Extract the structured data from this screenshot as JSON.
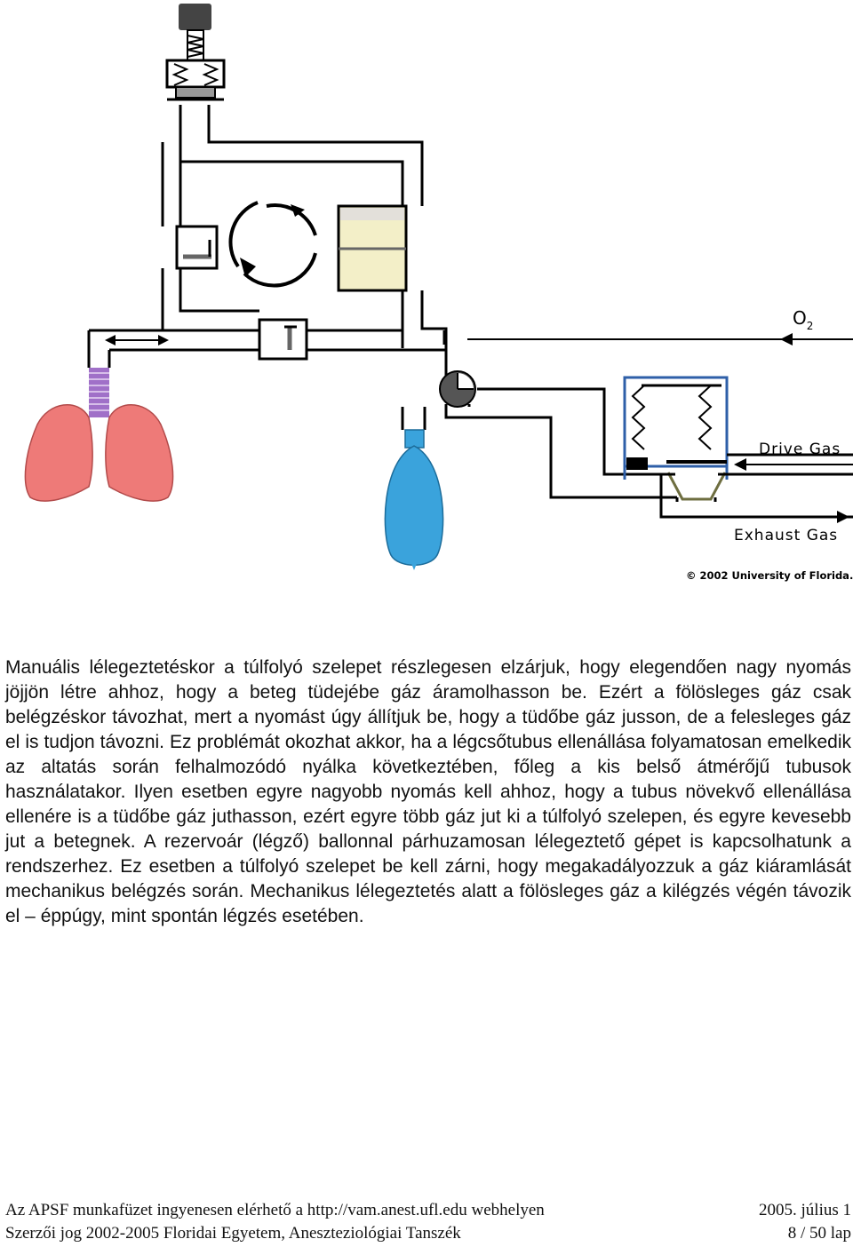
{
  "figure": {
    "labels": {
      "o2": "O",
      "o2_sub": "2",
      "drive_gas": "Drive Gas",
      "exhaust_gas": "Exhaust Gas",
      "copyright": "© 2002 University of Florida."
    },
    "colors": {
      "pipe": "#000000",
      "lung": "#ee7a78",
      "lung_outline": "#b24a4a",
      "tube": "#a070c8",
      "bag": "#3aa3dc",
      "canister": "#f3efc8",
      "bellows_frame": "#2e5fa8",
      "check_valve": "#555555",
      "cap": "#444444",
      "valve_leaf": "#6e6e40"
    }
  },
  "body_text": "Manuális lélegeztetéskor a túlfolyó szelepet részlegesen elzárjuk, hogy elegendően nagy nyomás jöjjön létre ahhoz, hogy a beteg tüdejébe gáz áramolhasson be. Ezért a fölösleges gáz csak belégzéskor távozhat, mert a nyomást úgy állítjuk be, hogy a tüdőbe gáz jusson, de a felesleges gáz el is tudjon távozni. Ez problémát okozhat akkor, ha a légcsőtubus ellenállása folyamatosan emelkedik az altatás során felhalmozódó nyálka következtében, főleg a kis belső átmérőjű tubusok használatakor. Ilyen esetben egyre nagyobb nyomás kell ahhoz, hogy a tubus növekvő ellenállása ellenére is a tüdőbe gáz juthasson, ezért egyre több gáz jut ki a túlfolyó szelepen, és egyre kevesebb jut a betegnek. A rezervoár (légző) ballonnal párhuzamosan lélegeztető gépet is kapcsolhatunk a rendszerhez. Ez esetben a túlfolyó szelepet be kell zárni, hogy megakadályozzuk a gáz kiáramlását mechanikus belégzés során. Mechanikus lélegeztetés alatt a fölösleges gáz a kilégzés végén távozik el – éppúgy, mint spontán légzés esetében.",
  "footer": {
    "line1_left": "Az APSF munkafüzet ingyenesen elérhető a http://vam.anest.ufl.edu webhelyen",
    "line1_right": "2005. július 1",
    "line2_left": "Szerzői jog 2002-2005 Floridai Egyetem, Aneszteziológiai Tanszék",
    "line2_right": "8 / 50 lap"
  }
}
